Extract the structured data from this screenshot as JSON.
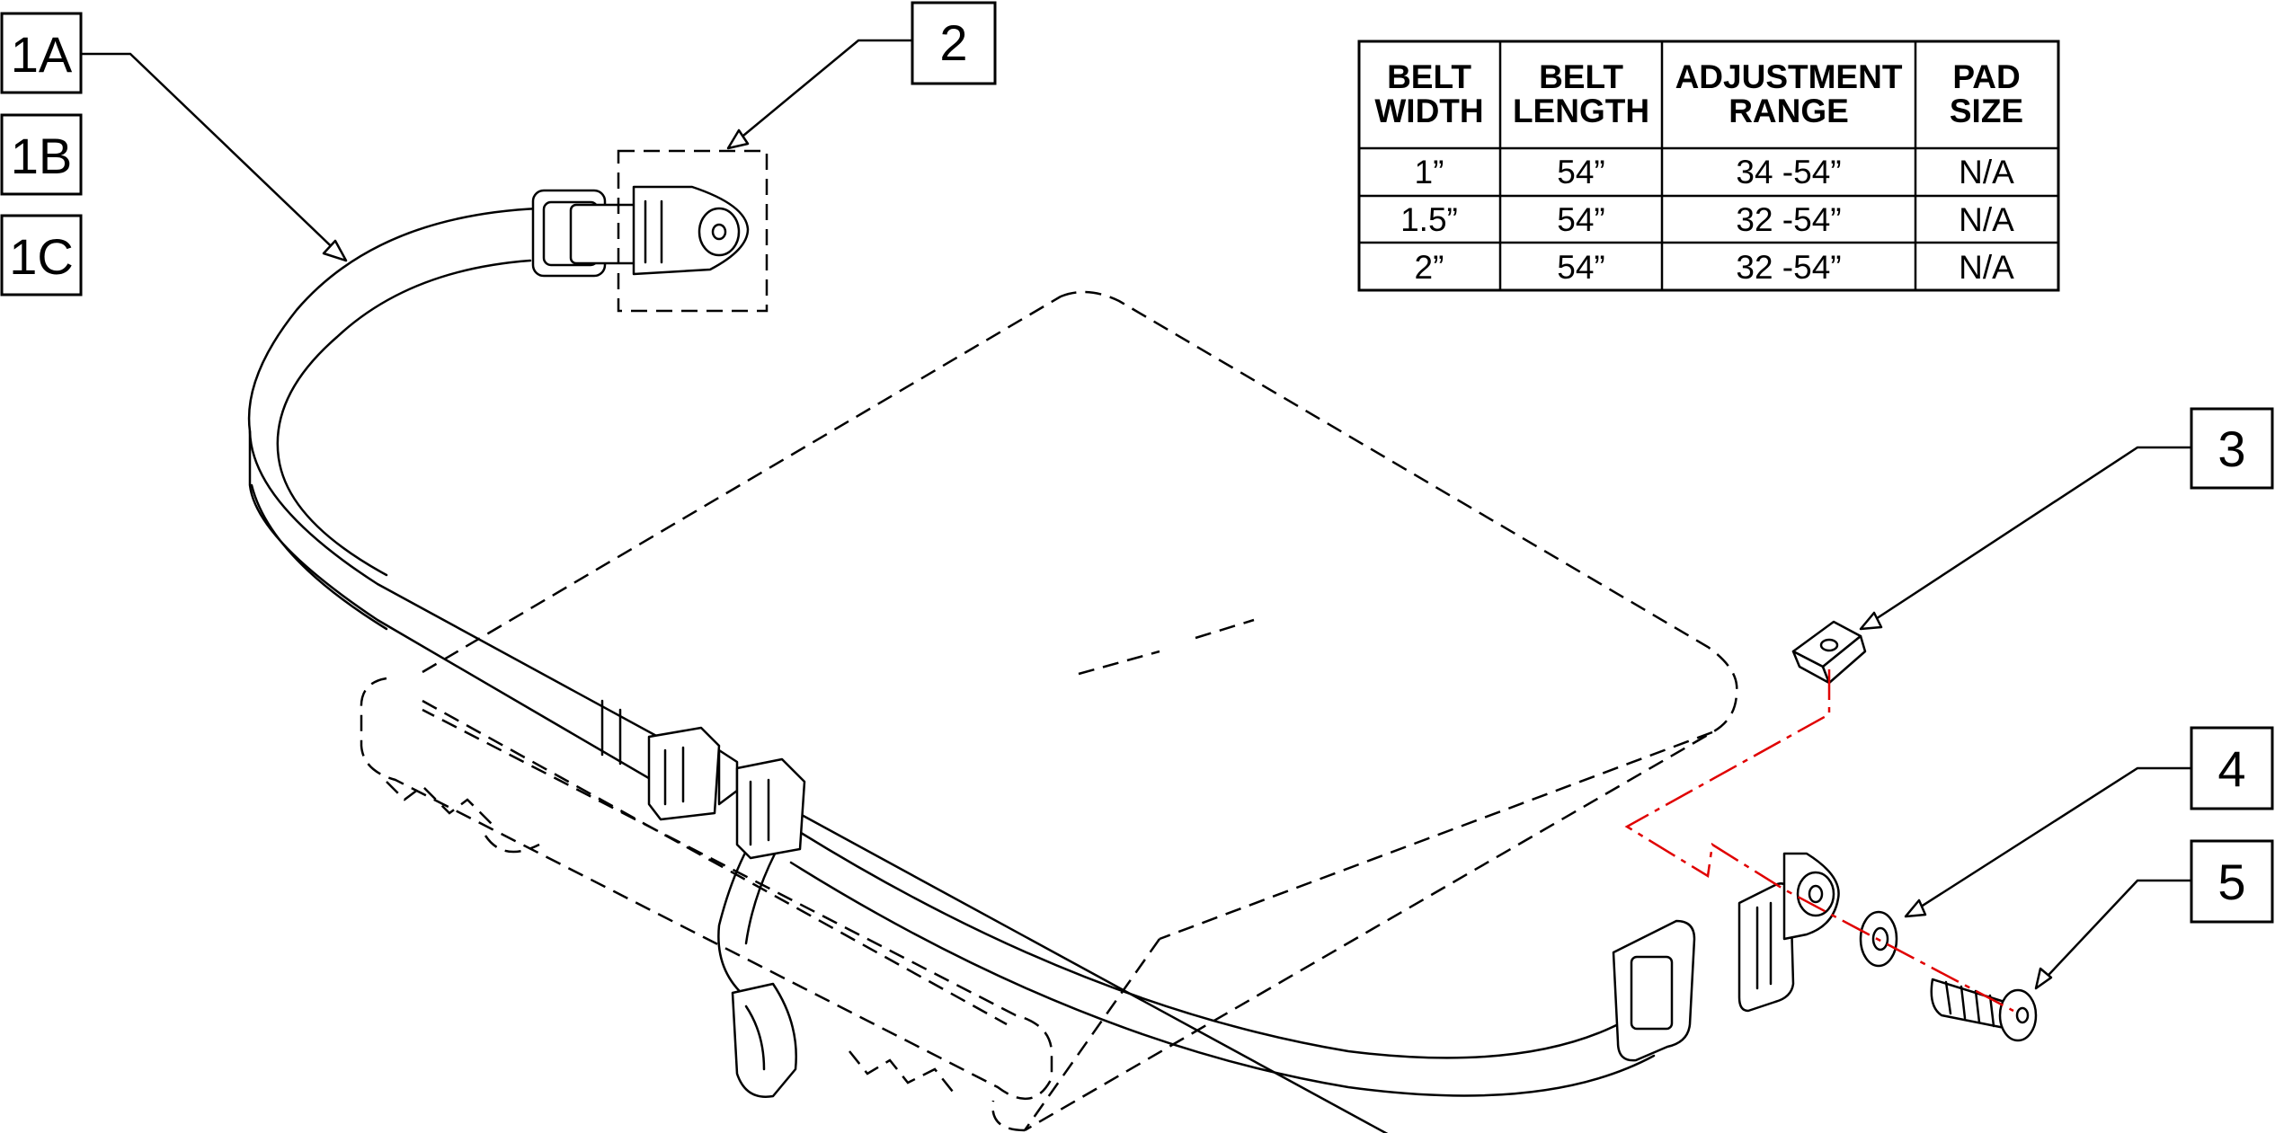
{
  "callouts": {
    "c1a": "1A",
    "c1b": "1B",
    "c1c": "1C",
    "c2": "2",
    "c3": "3",
    "c4": "4",
    "c5": "5"
  },
  "spec_table": {
    "headers": [
      [
        "BELT",
        "WIDTH"
      ],
      [
        "BELT",
        "LENGTH"
      ],
      [
        "ADJUSTMENT",
        "RANGE"
      ],
      [
        "PAD",
        "SIZE"
      ]
    ],
    "rows": [
      [
        "1”",
        "54”",
        "34 -54”",
        "N/A"
      ],
      [
        "1.5”",
        "54”",
        "32 -54”",
        "N/A"
      ],
      [
        "2”",
        "54”",
        "32 -54”",
        "N/A"
      ]
    ]
  },
  "colors": {
    "line": "#000000",
    "centerline": "#e00000",
    "background": "#ffffff"
  }
}
